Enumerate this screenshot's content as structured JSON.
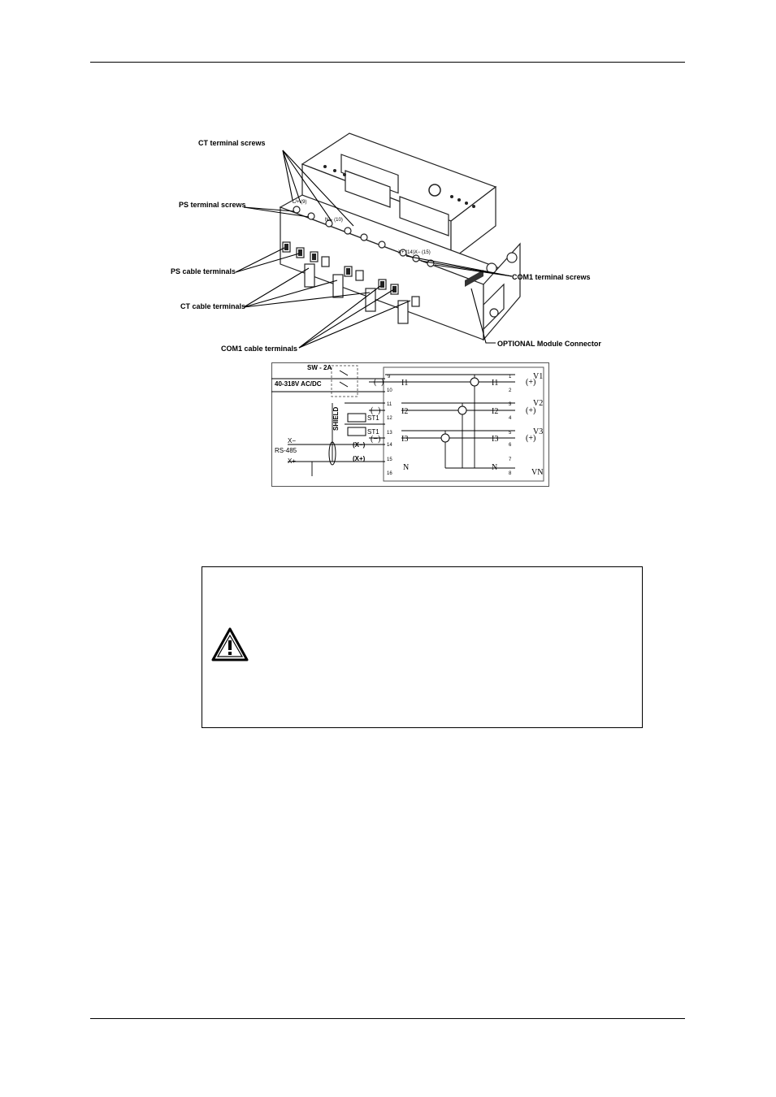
{
  "device_labels": {
    "ct_screws": "CT terminal screws",
    "ps_screws": "PS terminal screws",
    "ps_cable": "PS cable terminals",
    "ct_cable": "CT cable terminals",
    "com1_cable": "COM1 cable terminals",
    "com1_screws": "COM1 terminal screws",
    "optional_module": "OPTIONAL Module Connector"
  },
  "wiring": {
    "switch": "SW - 2A",
    "supply": "40-318V AC/DC",
    "shield": "SHIELD",
    "st1_a": "ST1",
    "st1_b": "ST1",
    "rs485": "RS-485",
    "xminus_small": "X−",
    "xplus_small": "X+",
    "xminus": "(X−)",
    "xplus": "(X+)",
    "minus": "(−)",
    "plus": "(+)",
    "i1": "I1",
    "i2": "I2",
    "i3": "I3",
    "n": "N",
    "v1": "V1",
    "v2": "V2",
    "v3": "V3",
    "vn": "VN",
    "terminals": [
      "1",
      "2",
      "3",
      "4",
      "5",
      "6",
      "7",
      "8",
      "9",
      "10",
      "11",
      "12",
      "13",
      "14",
      "15",
      "16"
    ]
  },
  "warning": {
    "icon": "warning-triangle-icon",
    "text": ""
  }
}
